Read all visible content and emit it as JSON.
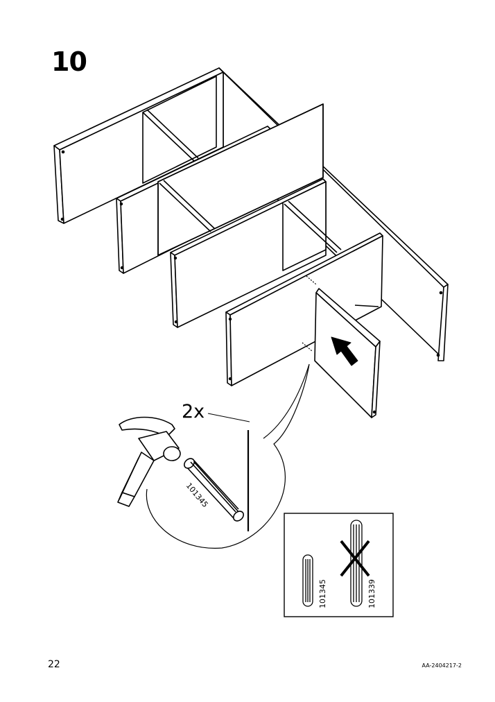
{
  "step": {
    "number": "10"
  },
  "callout": {
    "quantity": "2x",
    "dowel_code": "101345"
  },
  "comparison": {
    "correct": {
      "code": "101345"
    },
    "wrong": {
      "code": "101339"
    }
  },
  "footer": {
    "page_number": "22",
    "document_code": "AA-2404217-2"
  },
  "icons": [
    "hammer-icon",
    "dowel-icon",
    "push-arrow-icon",
    "cross-icon"
  ]
}
